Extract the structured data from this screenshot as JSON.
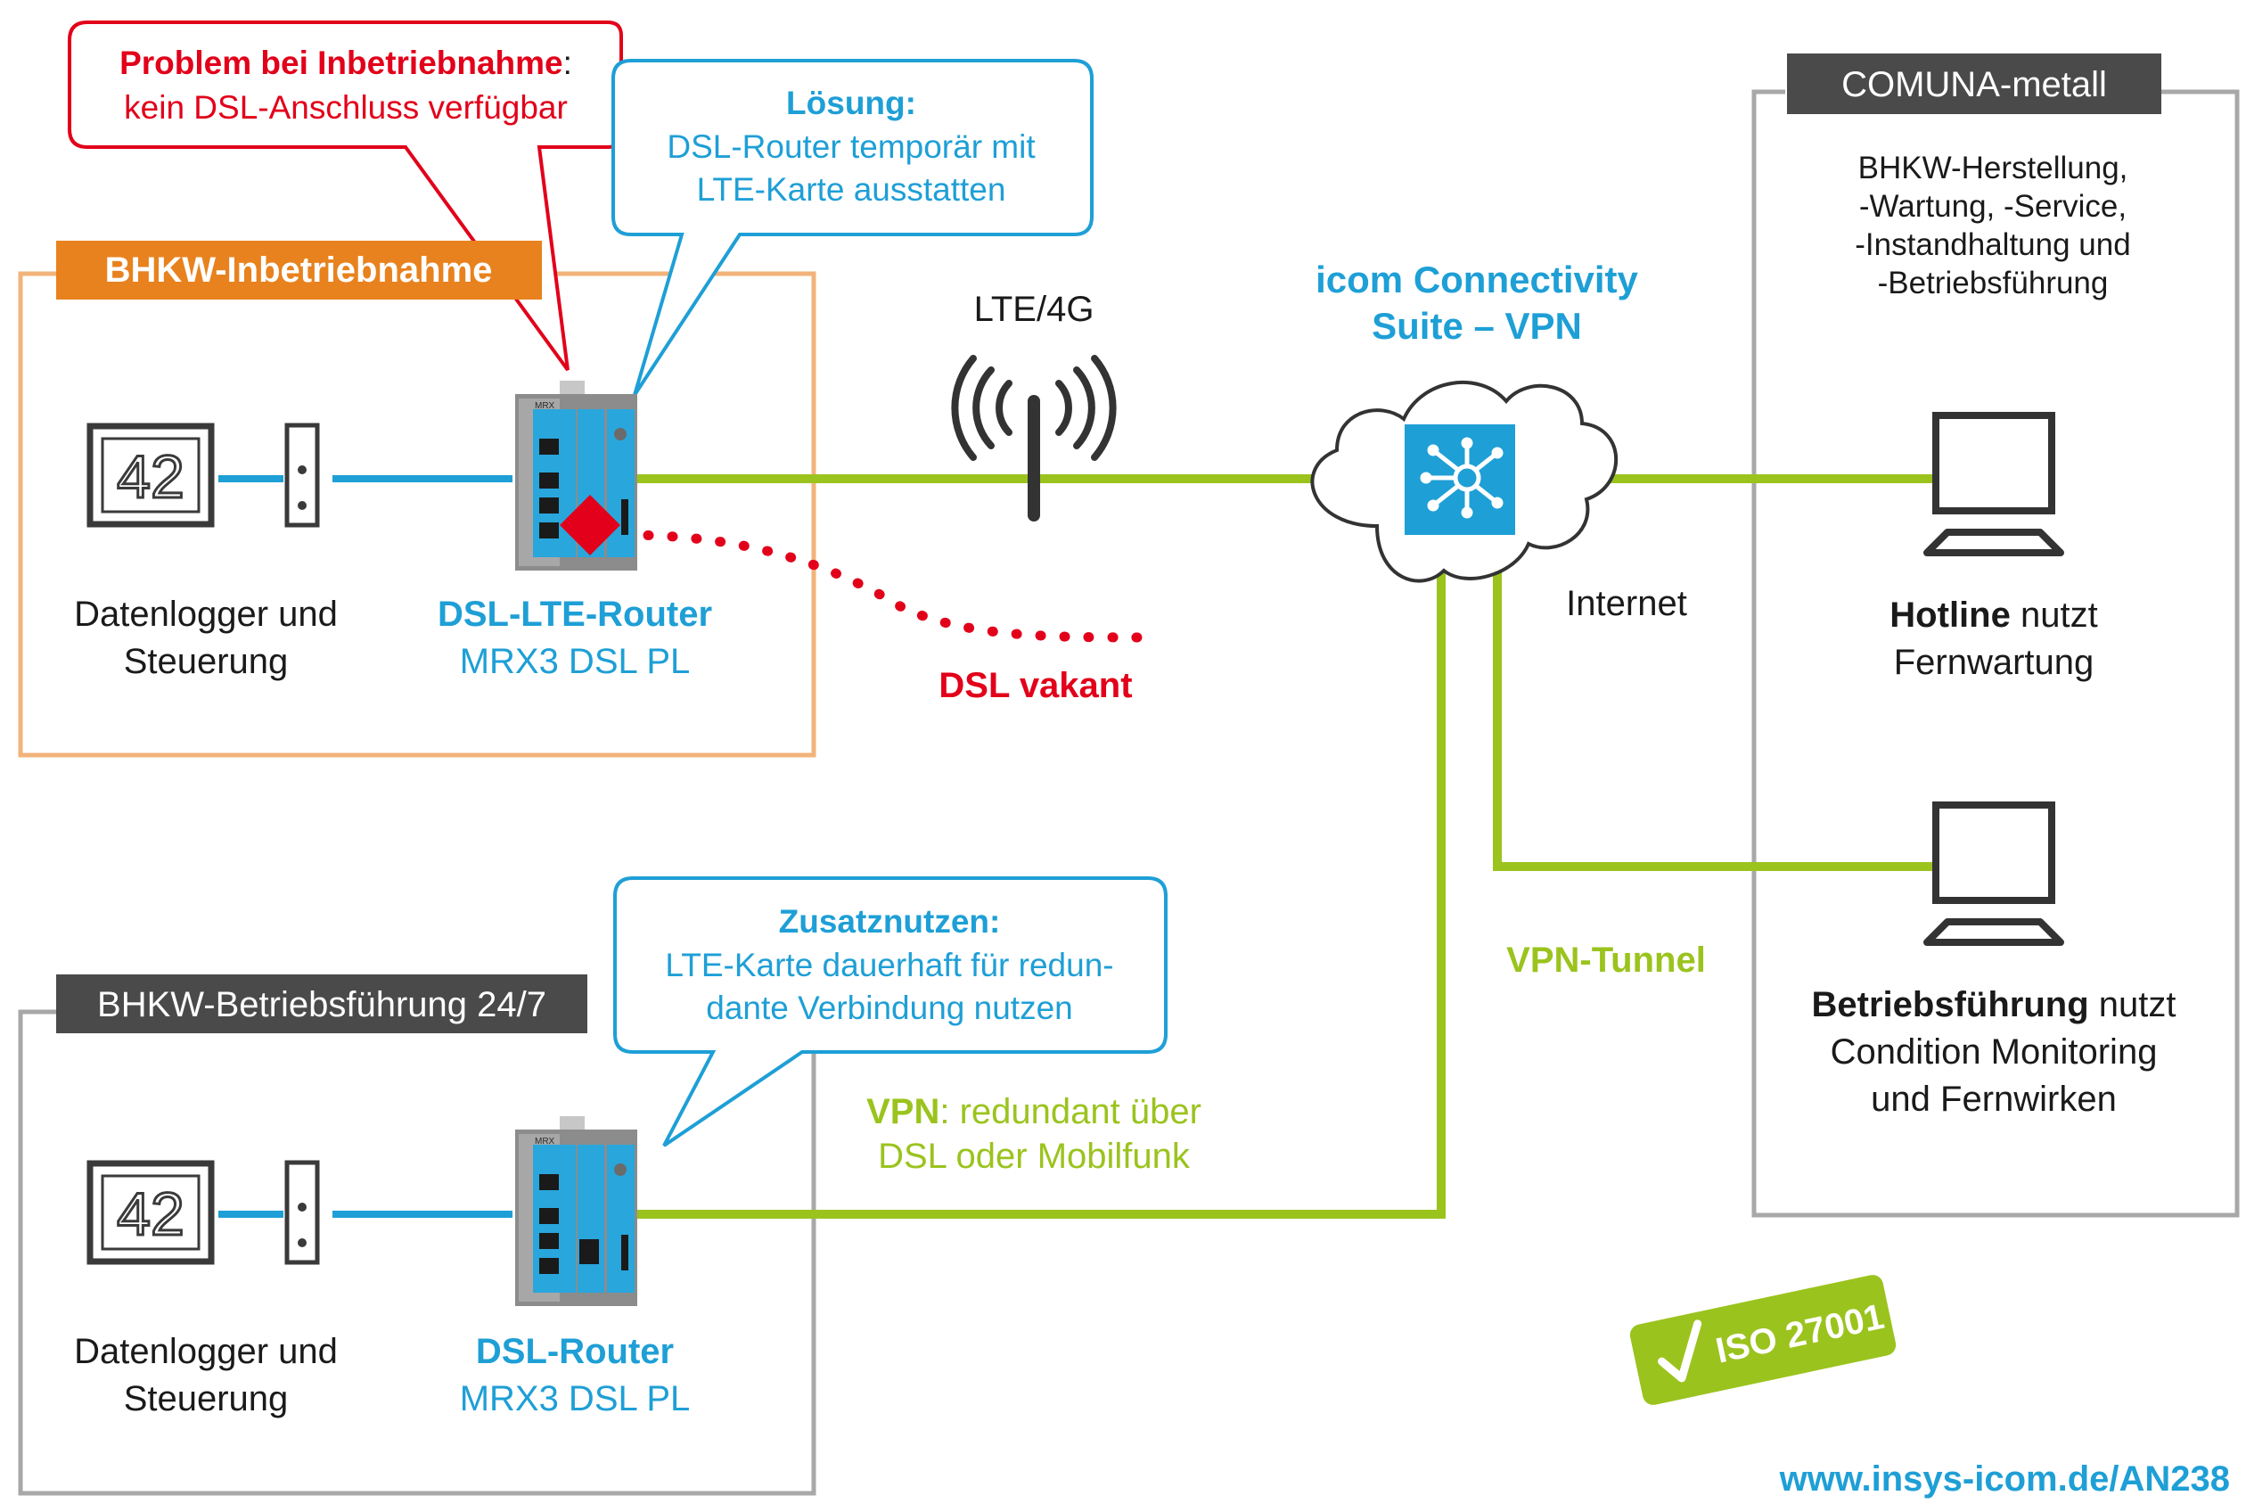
{
  "colors": {
    "blue": "#1e9fd6",
    "green": "#9bc31e",
    "red": "#e2001a",
    "orange": "#e8821e",
    "orange_frame": "#f2b37a",
    "dark_gray": "#4a4a4a",
    "gray_frame": "#a8a8a8"
  },
  "callouts": {
    "problem": {
      "title": "Problem bei Inbetriebnahme",
      "title_suffix": ":",
      "text": "kein DSL-Anschluss verfügbar"
    },
    "solution": {
      "title": "Lösung:",
      "line1": "DSL-Router temporär mit",
      "line2": "LTE-Karte ausstatten"
    },
    "benefit": {
      "title": "Zusatznutzen:",
      "line1": "LTE-Karte dauerhaft für redun-",
      "line2": "dante Verbindung nutzen"
    }
  },
  "top_box": {
    "label": "BHKW-Inbetriebnahme",
    "display_icon": "digital-display-icon",
    "display_value": "42",
    "logger_line1": "Datenlogger und",
    "logger_line2": "Steuerung",
    "router_title": "DSL-LTE-Router",
    "router_model": "MRX3 DSL PL",
    "device_tag": "MRX"
  },
  "bottom_box": {
    "label": "BHKW-Betriebsführung 24/7",
    "display_icon": "digital-display-icon",
    "display_value": "42",
    "logger_line1": "Datenlogger und",
    "logger_line2": "Steuerung",
    "router_title": "DSL-Router",
    "router_model": "MRX3 DSL PL",
    "device_tag": "MRX"
  },
  "network": {
    "lte_label": "LTE/4G",
    "antenna_icon": "cell-tower-icon",
    "dsl_vacant": "DSL vakant",
    "cloud_title1": "icom Connectivity",
    "cloud_title2": "Suite – VPN",
    "cloud_icon": "network-hub-icon",
    "internet_label": "Internet",
    "vpn_tunnel": "VPN-Tunnel",
    "vpn_prefix": "VPN",
    "vpn_rest": ": redundant über",
    "vpn_line2": "DSL oder Mobilfunk"
  },
  "right_box": {
    "label": "COMUNA-metall",
    "desc": [
      "BHKW-Herstellung,",
      "-Wartung, -Service,",
      "-Instandhaltung und",
      "-Betriebsführung"
    ],
    "laptop_icon": "laptop-icon",
    "hotline_bold": "Hotline",
    "hotline_rest": " nutzt",
    "hotline_line2": "Fernwartung",
    "ops_bold": "Betriebsführung",
    "ops_rest": " nutzt",
    "ops_line2": "Condition Monitoring",
    "ops_line3": "und Fernwirken"
  },
  "badge": {
    "check_icon": "checkmark-icon",
    "text": "ISO 27001"
  },
  "footer_url": "www.insys-icom.de/AN238"
}
